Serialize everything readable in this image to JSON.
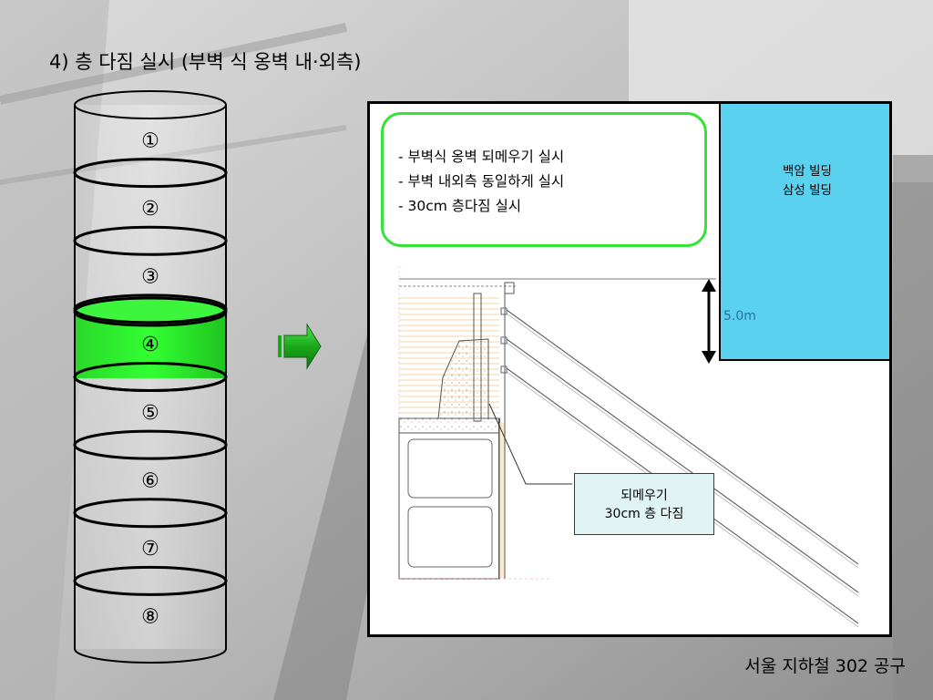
{
  "slide": {
    "title": "4) 층 다짐 실시 (부벽 식 옹벽 내·외측)",
    "footer": "서울 지하철 302 공구"
  },
  "layers": {
    "labels": [
      "①",
      "②",
      "③",
      "④",
      "⑤",
      "⑥",
      "⑦",
      "⑧"
    ],
    "highlight_index": 3,
    "highlight_color": "#22f022"
  },
  "notes": {
    "lines": [
      "- 부벽식 옹벽 되메우기 실시",
      "- 부벽 내외측 동일하게 실시",
      "- 30cm 층다짐 실시"
    ],
    "border_color": "#35e235"
  },
  "building": {
    "lines": [
      "백암 빌딩",
      "삼성 빌딩"
    ],
    "color": "#5ad2ef",
    "height_label": "5.0m"
  },
  "callout": {
    "lines": [
      "되메우기",
      "30cm 층 다짐"
    ]
  }
}
